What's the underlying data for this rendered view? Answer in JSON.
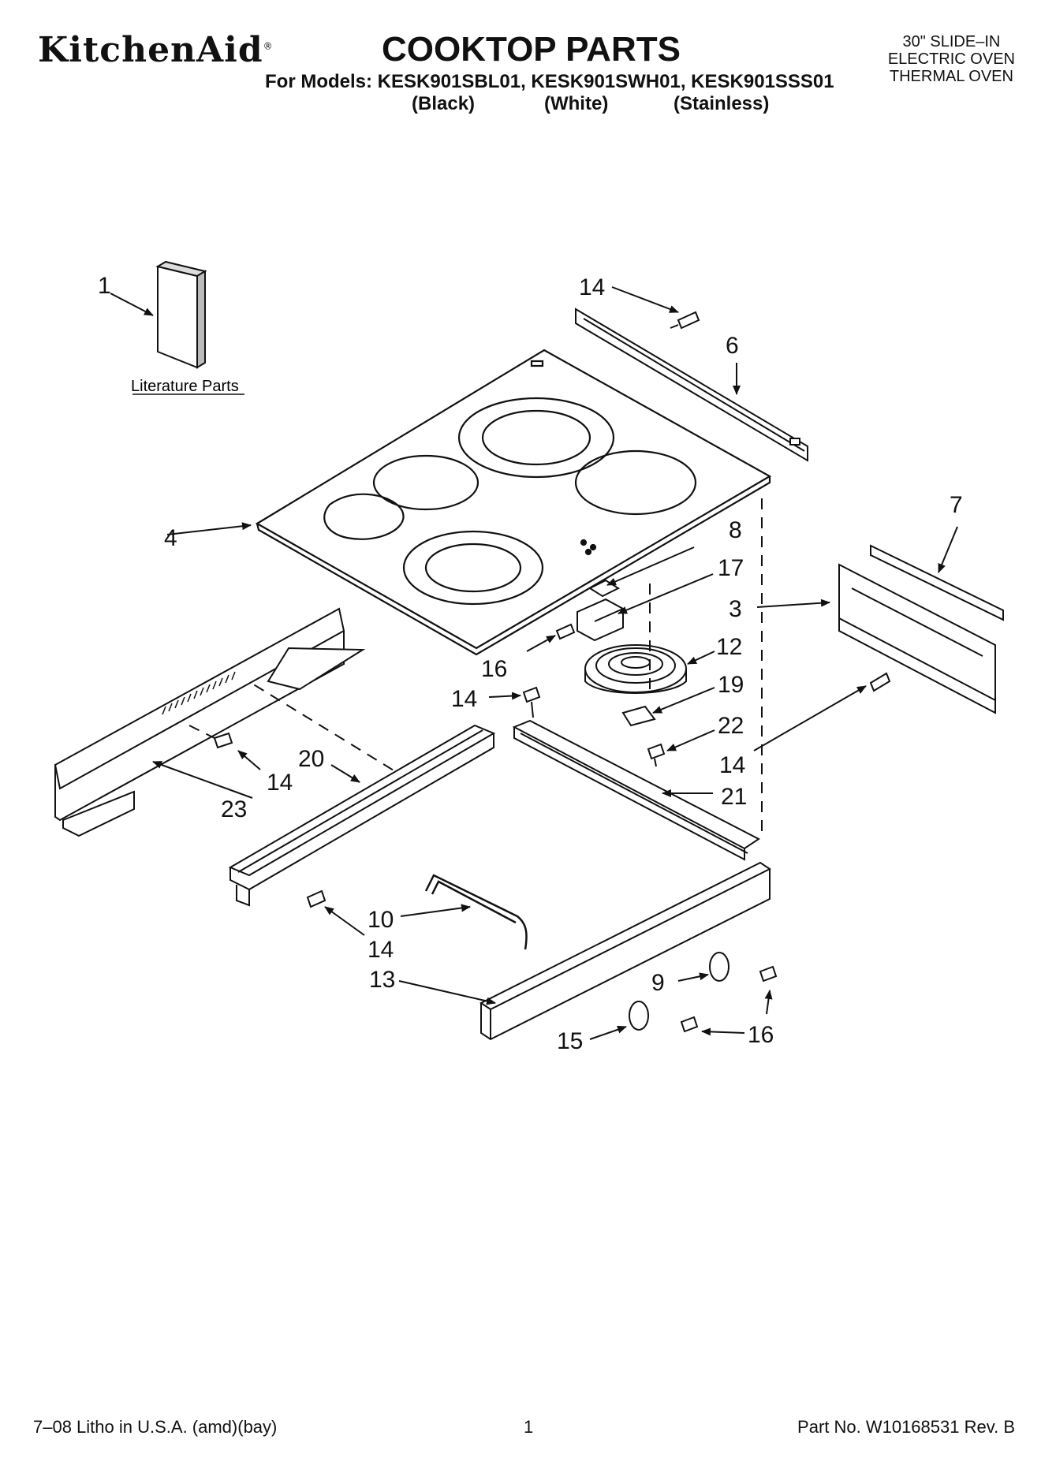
{
  "header": {
    "brand": "KitchenAid",
    "brand_mark": "®",
    "title": "COOKTOP PARTS",
    "models_line": "For Models: KESK901SBL01, KESK901SWH01, KESK901SSS01",
    "colors": [
      "(Black)",
      "(White)",
      "(Stainless)"
    ],
    "appliance": [
      "30\" SLIDE–IN",
      "ELECTRIC OVEN",
      "THERMAL OVEN"
    ]
  },
  "diagram": {
    "literature_label": "Literature Parts",
    "callouts": {
      "c1": "1",
      "c4": "4",
      "c14a": "14",
      "c6": "6",
      "c7": "7",
      "c8": "8",
      "c17": "17",
      "c3": "3",
      "c12": "12",
      "c16a": "16",
      "c14b": "14",
      "c19": "19",
      "c22": "22",
      "c14c": "14",
      "c20": "20",
      "c14d": "14",
      "c23": "23",
      "c21": "21",
      "c10": "10",
      "c14e": "14",
      "c13": "13",
      "c9": "9",
      "c15": "15",
      "c16b": "16"
    }
  },
  "footer": {
    "litho": "7–08 Litho in U.S.A. (amd)(bay)",
    "page_number": "1",
    "part_number": "Part No. W10168531 Rev. B"
  }
}
